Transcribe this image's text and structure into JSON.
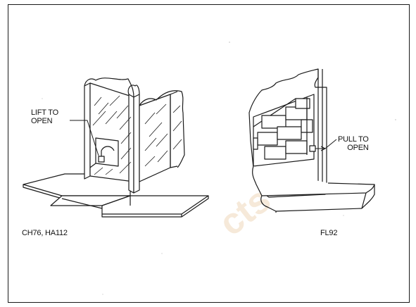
{
  "figure": {
    "left": {
      "callout_lines": [
        "LIFT TO",
        "OPEN"
      ],
      "caption": "CH76, HA112"
    },
    "right": {
      "callout_lines": [
        "PULL TO",
        "OPEN"
      ],
      "caption": "FL92"
    }
  },
  "watermark": "cts",
  "colors": {
    "ink": "#1a1a1a",
    "paper": "#ffffff",
    "watermark": "#f6e9d9"
  }
}
